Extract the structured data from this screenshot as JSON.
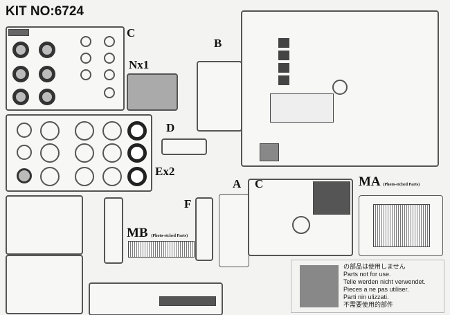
{
  "title": "KIT NO:6724",
  "sprue_labels": {
    "c_top": "C",
    "nx": "Nx1",
    "b": "B",
    "d": "D",
    "ex": "Ex2",
    "a": "A",
    "c_lower": "C",
    "ma": "MA",
    "ma_sub": "(Photo-etched Parts)",
    "f": "F",
    "mb": "MB",
    "mb_sub": "(Photo-etched Parts)"
  },
  "notice": {
    "lines": [
      "の部品は使用しません",
      "Parts not for use.",
      "Telle werden nicht verwendet.",
      "Pieces a ne pas utiliser.",
      "Parti nin ulizzati.",
      "不需要使用的部件"
    ]
  }
}
